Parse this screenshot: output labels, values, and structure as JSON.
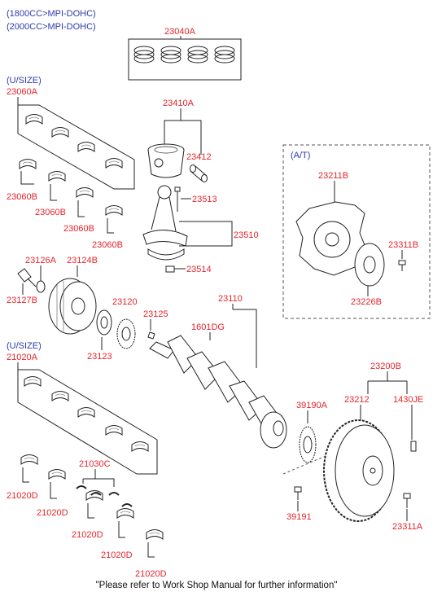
{
  "header": {
    "line1": "(1800CC>MPI-DOHC)",
    "line2": "(2000CC>MPI-DOHC)"
  },
  "footer": "\"Please refer to Work Shop Manual for further information\"",
  "colors": {
    "part_label": "#e8232a",
    "header_text": "#2b3bb0",
    "drawing": "#222222"
  },
  "groups": {
    "upper_bearing": "(U/SIZE)",
    "lower_bearing": "(U/SIZE)",
    "auto_trans": "(A/T)"
  },
  "labels": {
    "p23040A": "23040A",
    "p23060A": "23060A",
    "p23060B_1": "23060B",
    "p23060B_2": "23060B",
    "p23060B_3": "23060B",
    "p23060B_4": "23060B",
    "p23410A": "23410A",
    "p23412": "23412",
    "p23513": "23513",
    "p23510": "23510",
    "p23514": "23514",
    "p23211B": "23211B",
    "p23311B": "23311B",
    "p23226B": "23226B",
    "p23126A": "23126A",
    "p23124B": "23124B",
    "p23127B": "23127B",
    "p23120": "23120",
    "p23125": "23125",
    "p23123": "23123",
    "p23110": "23110",
    "p1601DG": "1601DG",
    "p21020A": "21020A",
    "p23200B": "23200B",
    "p23212": "23212",
    "p1430JE": "1430JE",
    "p39190A": "39190A",
    "p39191": "39191",
    "p23311A": "23311A",
    "p21030C": "21030C",
    "p21020D_1": "21020D",
    "p21020D_2": "21020D",
    "p21020D_3": "21020D",
    "p21020D_4": "21020D",
    "p21020D_5": "21020D"
  }
}
